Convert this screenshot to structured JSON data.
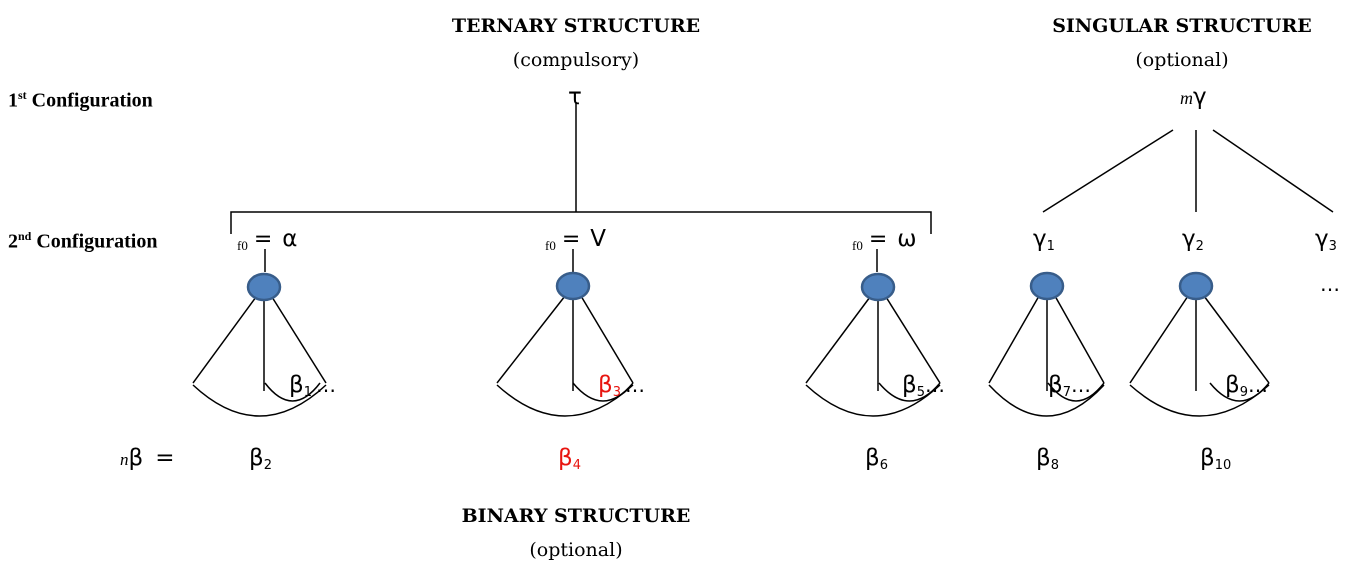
{
  "headings": {
    "ternary": "TERNARY STRUCTURE",
    "ternary_note": "(compulsory)",
    "singular": "SINGULAR STRUCTURE",
    "singular_note": "(optional)",
    "binary": "BINARY STRUCTURE",
    "binary_note": "(optional)"
  },
  "configurations": {
    "first_number": "1",
    "first_suffix": "st",
    "first_label": "Configuration",
    "second_number": "2",
    "second_suffix": "nd",
    "second_label": "Configuration"
  },
  "top_nodes": {
    "tau": "τ",
    "m_gamma_prefix": "m",
    "m_gamma_symbol": "γ"
  },
  "f0_prefix": "f0",
  "equals": "=",
  "ternary_children": [
    "α",
    "V",
    "ω"
  ],
  "gamma_children": [
    {
      "symbol": "γ",
      "sub": "1"
    },
    {
      "symbol": "γ",
      "sub": "2"
    },
    {
      "symbol": "γ",
      "sub": "3"
    }
  ],
  "gamma_ellipsis": "…",
  "beta_inner": [
    {
      "symbol": "β",
      "sub": "1",
      "dots": "…",
      "color": "#000000"
    },
    {
      "symbol": "β",
      "sub": "3",
      "dots": "…",
      "color": "#e8140f"
    },
    {
      "symbol": "β",
      "sub": "5",
      "dots": "…",
      "color": "#000000"
    },
    {
      "symbol": "β",
      "sub": "7",
      "dots": "…",
      "color": "#000000"
    },
    {
      "symbol": "β",
      "sub": "9",
      "dots": "…",
      "color": "#000000"
    }
  ],
  "beta_outer": [
    {
      "symbol": "β",
      "sub": "2",
      "color": "#000000"
    },
    {
      "symbol": "β",
      "sub": "4",
      "color": "#e8140f"
    },
    {
      "symbol": "β",
      "sub": "6",
      "color": "#000000"
    },
    {
      "symbol": "β",
      "sub": "8",
      "color": "#000000"
    },
    {
      "symbol": "β",
      "sub": "10",
      "color": "#000000"
    }
  ],
  "n_beta": {
    "prefix": "n",
    "symbol": "β",
    "equals": "="
  },
  "colors": {
    "node_fill": "#4f81bd",
    "node_stroke": "#385d8a",
    "highlight": "#e8140f",
    "line": "#000000"
  }
}
